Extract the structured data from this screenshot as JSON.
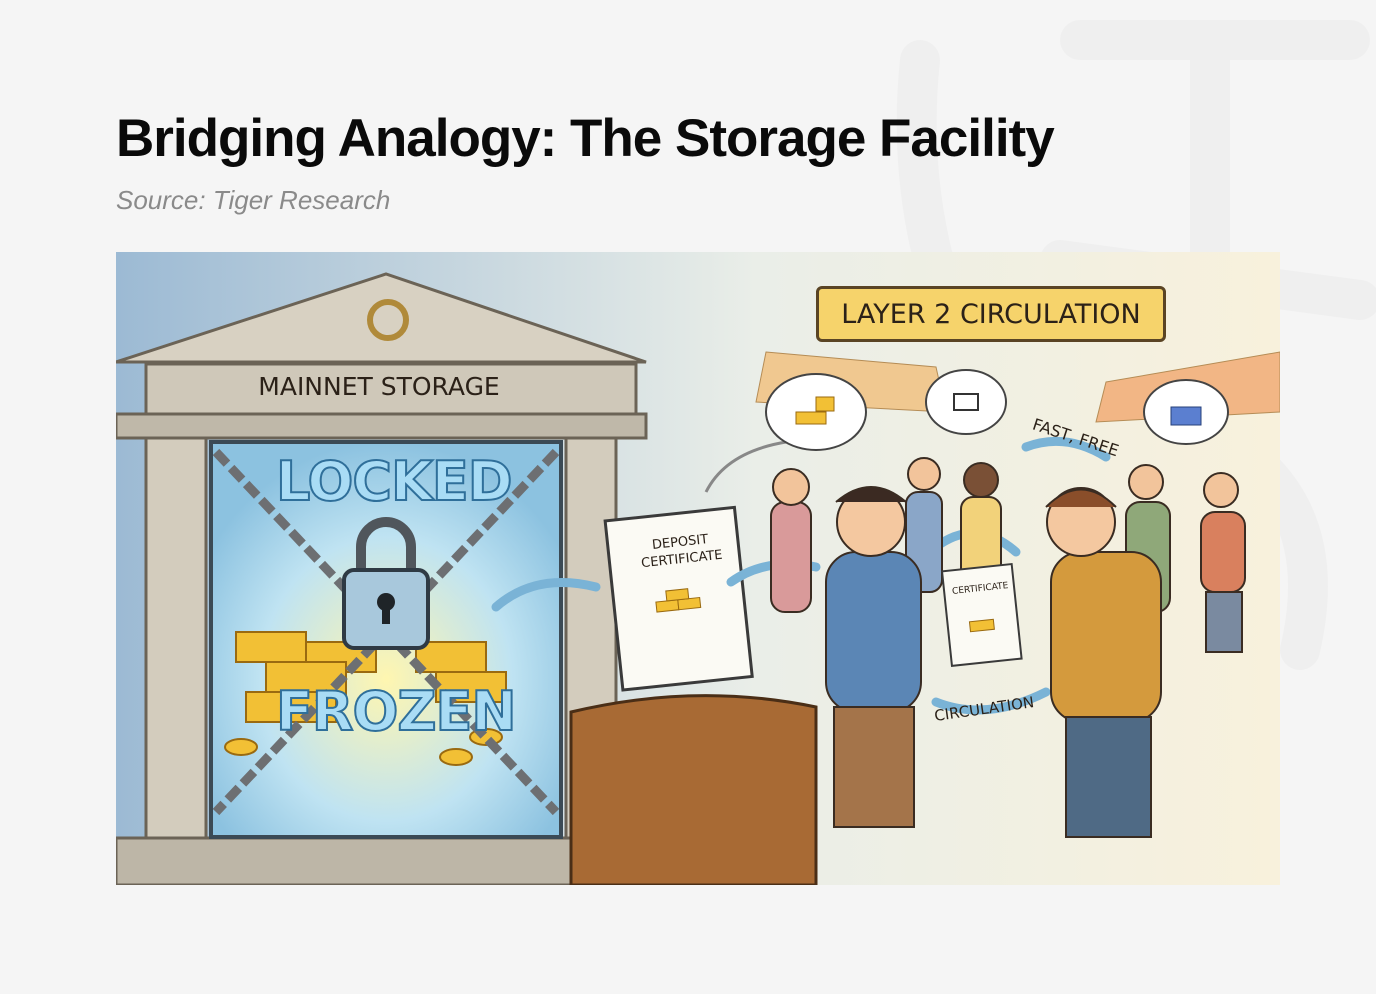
{
  "slide": {
    "title": "Bridging Analogy: The Storage Facility",
    "source": "Source: Tiger Research"
  },
  "illustration": {
    "mainnet_label": "MAINNET STORAGE",
    "locked_label": "LOCKED",
    "frozen_label": "FROZEN",
    "deposit_certificate_label": "DEPOSIT CERTIFICATE",
    "layer2_sign": "LAYER 2 CIRCULATION",
    "certificate_label": "CERTIFICATE",
    "fast_free_label": "FAST, FREE",
    "circulation_label": "CIRCULATION"
  },
  "colors": {
    "stone": "#c9c2b4",
    "gold": "#f2c035",
    "ice_blue": "#a9dcf5",
    "sign_yellow": "#f6d36b",
    "cream": "#f8f1dc"
  }
}
